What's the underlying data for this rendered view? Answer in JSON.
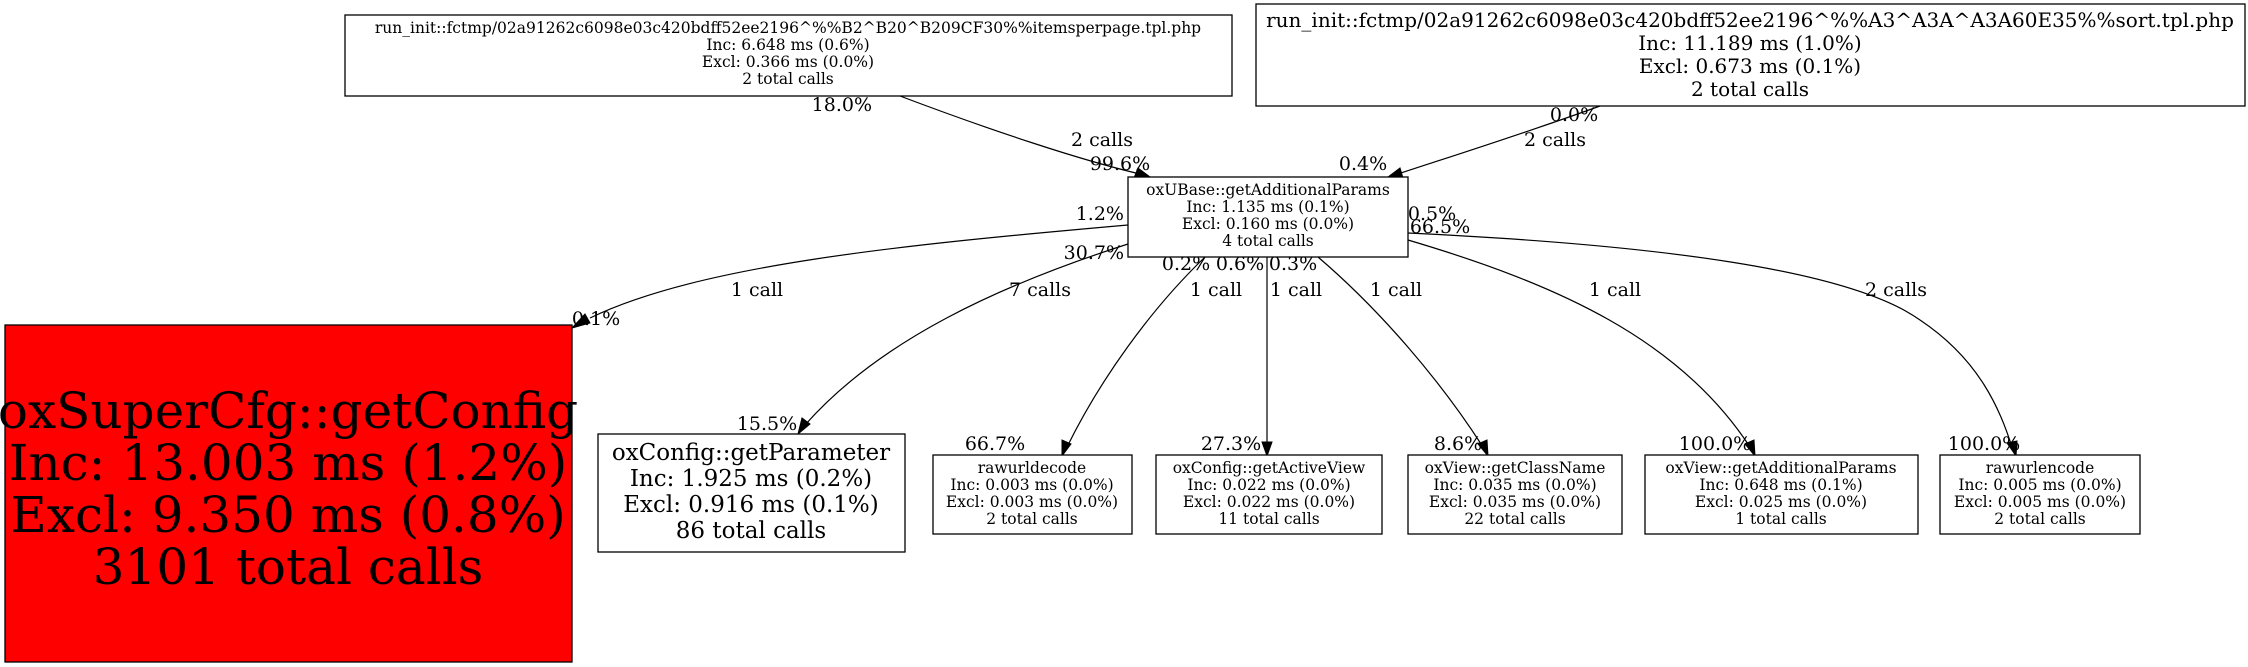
{
  "graph": {
    "nodes": [
      {
        "id": "itemsperpage",
        "name": "run_init::fctmp/02a91262c6098e03c420bdff52ee2196^%%B2^B20^B209CF30%%itemsperpage.tpl.php",
        "inc": "Inc: 6.648 ms (0.6%)",
        "excl": "Excl: 0.366 ms (0.0%)",
        "calls": "2 total calls",
        "hot": false
      },
      {
        "id": "sort",
        "name": "run_init::fctmp/02a91262c6098e03c420bdff52ee2196^%%A3^A3A^A3A60E35%%sort.tpl.php",
        "inc": "Inc: 11.189 ms (1.0%)",
        "excl": "Excl: 0.673 ms (0.1%)",
        "calls": "2 total calls",
        "hot": false
      },
      {
        "id": "ubase",
        "name": "oxUBase::getAdditionalParams",
        "inc": "Inc: 1.135 ms (0.1%)",
        "excl": "Excl: 0.160 ms (0.0%)",
        "calls": "4 total calls",
        "hot": false
      },
      {
        "id": "supercfg",
        "name": "oxSuperCfg::getConfig",
        "inc": "Inc: 13.003 ms (1.2%)",
        "excl": "Excl: 9.350 ms (0.8%)",
        "calls": "3101 total calls",
        "hot": true,
        "color": "#ff0000"
      },
      {
        "id": "getparameter",
        "name": "oxConfig::getParameter",
        "inc": "Inc: 1.925 ms (0.2%)",
        "excl": "Excl: 0.916 ms (0.1%)",
        "calls": "86 total calls",
        "hot": false
      },
      {
        "id": "rawurldecode",
        "name": "rawurldecode",
        "inc": "Inc: 0.003 ms (0.0%)",
        "excl": "Excl: 0.003 ms (0.0%)",
        "calls": "2 total calls",
        "hot": false
      },
      {
        "id": "activeview",
        "name": "oxConfig::getActiveView",
        "inc": "Inc: 0.022 ms (0.0%)",
        "excl": "Excl: 0.022 ms (0.0%)",
        "calls": "11 total calls",
        "hot": false
      },
      {
        "id": "classname",
        "name": "oxView::getClassName",
        "inc": "Inc: 0.035 ms (0.0%)",
        "excl": "Excl: 0.035 ms (0.0%)",
        "calls": "22 total calls",
        "hot": false
      },
      {
        "id": "viewparams",
        "name": "oxView::getAdditionalParams",
        "inc": "Inc: 0.648 ms (0.1%)",
        "excl": "Excl: 0.025 ms (0.0%)",
        "calls": "1 total calls",
        "hot": false
      },
      {
        "id": "rawurlencode",
        "name": "rawurlencode",
        "inc": "Inc: 0.005 ms (0.0%)",
        "excl": "Excl: 0.005 ms (0.0%)",
        "calls": "2 total calls",
        "hot": false
      }
    ],
    "edges": [
      {
        "from": "itemsperpage",
        "to": "ubase",
        "calls": "2 calls",
        "tail_pct": "18.0%",
        "head_pct": "99.6%"
      },
      {
        "from": "sort",
        "to": "ubase",
        "calls": "2 calls",
        "tail_pct": "0.0%",
        "head_pct": "0.4%"
      },
      {
        "from": "ubase",
        "to": "supercfg",
        "calls": "1 call",
        "tail_pct": "1.2%",
        "head_pct": "0.1%"
      },
      {
        "from": "ubase",
        "to": "getparameter",
        "calls": "7 calls",
        "tail_pct": "30.7%",
        "head_pct": "15.5%"
      },
      {
        "from": "ubase",
        "to": "rawurldecode",
        "calls": "1 call",
        "tail_pct": "0.2%",
        "head_pct": "66.7%"
      },
      {
        "from": "ubase",
        "to": "activeview",
        "calls": "1 call",
        "tail_pct": "0.6%",
        "head_pct": "27.3%"
      },
      {
        "from": "ubase",
        "to": "classname",
        "calls": "1 call",
        "tail_pct": "0.3%",
        "head_pct": "8.6%"
      },
      {
        "from": "ubase",
        "to": "viewparams",
        "calls": "1 call",
        "tail_pct": "66.5%",
        "head_pct": "100.0%"
      },
      {
        "from": "ubase",
        "to": "rawurlencode",
        "calls": "2 calls",
        "tail_pct": "0.5%",
        "head_pct": "100.0%"
      }
    ]
  }
}
